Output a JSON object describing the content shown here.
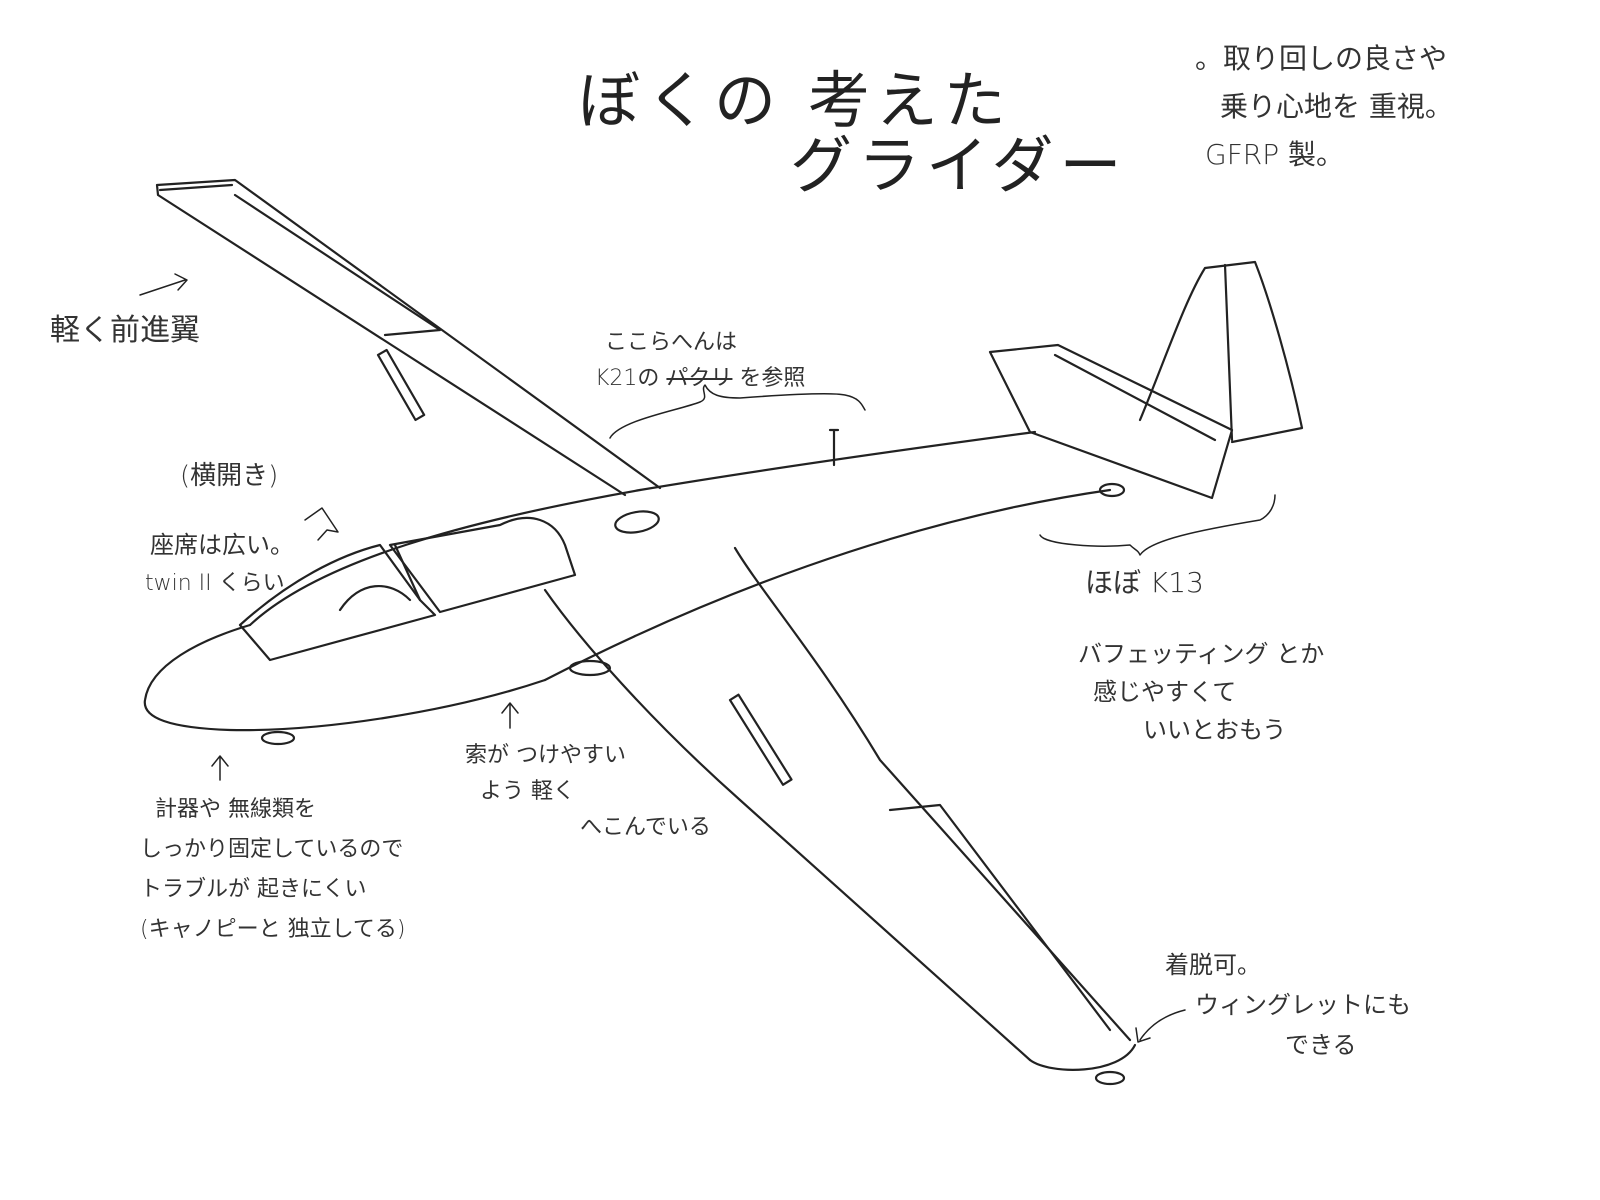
{
  "title": {
    "line1": "ぼくの 考えた",
    "line2": "グライダー"
  },
  "concept": {
    "lines": [
      "。取り回しの良さや",
      "乗り心地を 重視。",
      "GFRP 製。"
    ]
  },
  "wing_note": "軽く前進翼",
  "k21_note": {
    "line1": "ここらへんは",
    "prefix": "K21の ",
    "struck": "パクリ",
    "suffix": " を参照"
  },
  "canopy_note": {
    "open": "(横開き)",
    "seat": "座席は広い。",
    "twin": "twin II くらい"
  },
  "tail_note": {
    "k13": "ほぼ K13",
    "lines": [
      "バフェッティング とか",
      "感じやすくて",
      "いいとおもう"
    ]
  },
  "tow_note": {
    "lines": [
      "索が つけやすい",
      "よう 軽く",
      "へこんでいる"
    ]
  },
  "instrument_note": {
    "lines": [
      "計器や 無線類を",
      "しっかり固定しているので",
      "トラブルが 起きにくい",
      "(キャノピーと 独立してる)"
    ]
  },
  "wingtip_note": {
    "lines": [
      "着脱可。",
      "ウィングレットにも",
      "できる"
    ]
  },
  "colors": {
    "ink": "#222222",
    "background": "#ffffff"
  }
}
